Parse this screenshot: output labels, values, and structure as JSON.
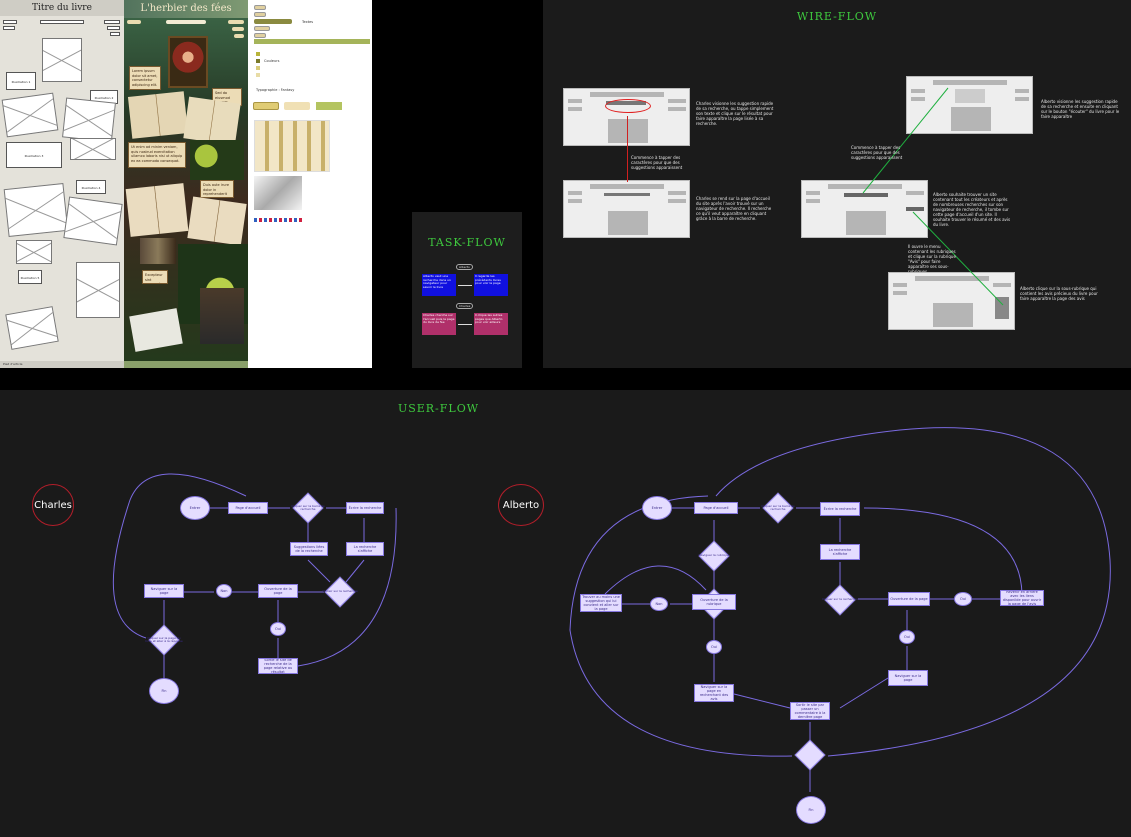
{
  "wireframe": {
    "title": "Titre du livre",
    "labels": [
      "Illustration 1",
      "Illustration 2",
      "Illustration 3",
      "Illustration 4",
      "Illustration 5"
    ],
    "footer": "Pied d'article"
  },
  "mockup": {
    "title": "L'herbier des fées",
    "cards": [
      "Lorem ipsum dolor sit amet, consectetur adipiscing elit.",
      "Sed do eiusmod tempor incididunt ut labore et dolore.",
      "Ut enim ad minim veniam, quis nostrud exercitation ullamco laboris nisi ut aliquip ex ea commodo consequat.",
      "Duis aute irure dolor in reprehenderit in voluptate.",
      "Excepteur sint occaecat cupidatat."
    ]
  },
  "styleguide": {
    "label1": "Textes",
    "label2": "Couleurs",
    "label3": "Typographie : Fantasy"
  },
  "taskflow": {
    "title": "TASK-FLOW",
    "tags": [
      "Alberto",
      "Charles"
    ],
    "boxes": [
      "Alberto veut une recherche dans un navigateur pour savoir le livre",
      "Il regarde les précédents livres pour voir la page",
      "Charles cherche sur l'accueil puis la page du livre de fée",
      "Il clique les autres pages que Alberto pour voir ailleurs"
    ]
  },
  "wireflow": {
    "title": "WIRE-FLOW",
    "notes": [
      "Charles visionne les suggestion rapide de sa recherche, ou tappe simplement son texte et clique sur le résultat pour faire apparaître la page lisée à sa recherche.",
      "Commence à tapper des caractères pour que des suggestions apparaissent",
      "Charles se rend sur la page d'accueil du site après l'avoir trouvé sur un navigateur de recherche. Il recherche ce qu'il veut apparaître en cliquant grâce à la barre de recherche.",
      "Commence à tapper des caractères pour que des suggestions apparaissent",
      "Alberto visionne les suggestion rapide de sa recherche et ensuite en cliquant sur le bouton \"écouter\" du livre pour le faire apparaître",
      "Alberto souhaite trouver un site contenant tout les créateurs et après de nombreuses recherches sur son navigateur de recherche, il tombe sur cette page d'accueil d'un site. Il souhaite trouver le résumé et des avis du livre.",
      "Il ouvre le menu contenant les rubriques et clique sur la rubrique \"Avis\" pour faire apparaître ses sous-rubriques",
      "Alberto clique sur la sous-rubrique qui contient les avis précieux du livre pour faire apparaître la page des avis"
    ]
  },
  "userflow": {
    "title": "USER-FLOW",
    "charles": {
      "persona": "Charles",
      "nodes": [
        "Entrer",
        "Page d'accueil",
        "Cliquer sur la barre de recherche",
        "Écrire la recherche",
        "Suggestions liées de la recherche",
        "La recherche s'affiche",
        "Choisir sur la recherche",
        "Ouverture de la page",
        "Oui",
        "Non",
        "Naviguer sur la page",
        "Cliquer sur la page du livre et aller à la réponse",
        "Sortie le site de recherche de la page relative au résultat",
        "Fin"
      ]
    },
    "alberto": {
      "persona": "Alberto",
      "nodes": [
        "Entrer",
        "Page d'accueil",
        "Cliquer sur la barre de recherche",
        "Écrire la recherche",
        "Naviguer la rubrique",
        "Choisir dans la page du livre",
        "Trouver au moins une suggestion qui lui convient et aller sur la page",
        "Non",
        "Ouverture de la rubrique",
        "Oui",
        "Naviguer sur la page en recherchant des avis",
        "La recherche s'affiche",
        "Cliquer sur la recherche",
        "Ouverture de la page",
        "Oui",
        "Revenir en arrière avec les liens disponible pour ouvrir la page de l'avis",
        "Oui",
        "Naviguer sur la page",
        "Sortir le site par passer un commentaire à la dernière page",
        "Fin"
      ]
    }
  }
}
